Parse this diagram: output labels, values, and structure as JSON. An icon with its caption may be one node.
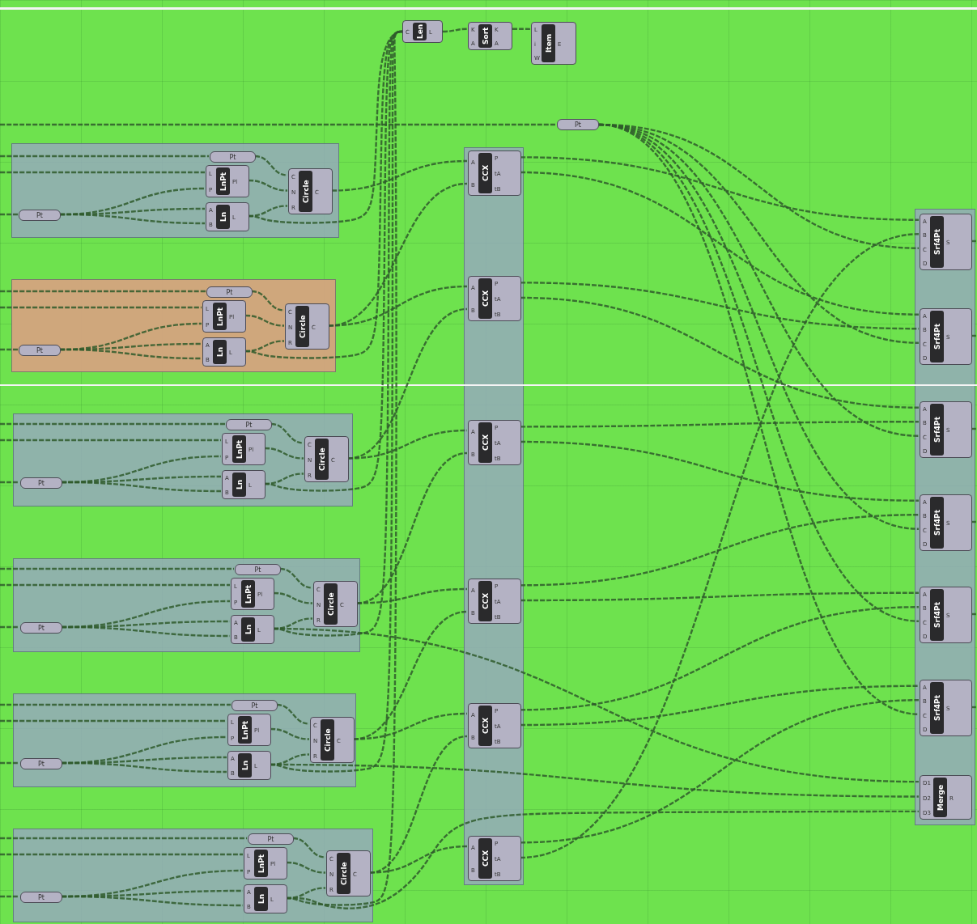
{
  "diagram": {
    "nodes": [
      {
        "text": [
          "C",
          "Len",
          "L"
        ]
      },
      {
        "text": [
          "K",
          "A",
          "Sort",
          "K",
          "A"
        ]
      },
      {
        "text": [
          "L",
          "i",
          "W",
          "Item",
          "E"
        ]
      },
      {
        "text": [
          "Pt"
        ]
      },
      {
        "text": [],
        "shape": "box"
      },
      {
        "text": [
          "Pt"
        ],
        "in": 4
      },
      {
        "text": [
          "L",
          "P",
          "LnPt",
          "Pl"
        ],
        "in": 4
      },
      {
        "text": [
          "A",
          "B",
          "Ln",
          "L"
        ],
        "in": 4
      },
      {
        "text": [
          "C",
          "N",
          "R",
          "Circle",
          "C"
        ],
        "in": 4
      },
      {
        "text": [
          "Pt"
        ],
        "in": 4
      },
      {
        "text": [],
        "shape": "box"
      },
      {
        "text": [
          "Pt"
        ],
        "in": 10
      },
      {
        "text": [
          "L",
          "P",
          "LnPt",
          "Pl"
        ],
        "in": 10
      },
      {
        "text": [
          "A",
          "B",
          "Ln",
          "L"
        ],
        "in": 10
      },
      {
        "text": [
          "C",
          "N",
          "R",
          "Circle",
          "C"
        ],
        "in": 10
      },
      {
        "text": [
          "Pt"
        ],
        "in": 10
      },
      {
        "text": [],
        "shape": "box"
      },
      {
        "text": [
          "Pt"
        ],
        "in": 16
      },
      {
        "text": [
          "L",
          "P",
          "LnPt",
          "Pl"
        ],
        "in": 16
      },
      {
        "text": [
          "A",
          "B",
          "Ln",
          "L"
        ],
        "in": 16
      },
      {
        "text": [
          "C",
          "N",
          "R",
          "Circle",
          "C"
        ],
        "in": 16
      },
      {
        "text": [
          "Pt"
        ],
        "in": 16
      },
      {
        "text": [],
        "shape": "box"
      },
      {
        "text": [
          "Pt"
        ],
        "in": 22
      },
      {
        "text": [
          "L",
          "P",
          "LnPt",
          "Pl"
        ],
        "in": 22
      },
      {
        "text": [
          "A",
          "B",
          "Ln",
          "L"
        ],
        "in": 22
      },
      {
        "text": [
          "C",
          "N",
          "R",
          "Circle",
          "C"
        ],
        "in": 22
      },
      {
        "text": [
          "Pt"
        ],
        "in": 22
      },
      {
        "text": [],
        "shape": "box"
      },
      {
        "text": [
          "Pt"
        ],
        "in": 28
      },
      {
        "text": [
          "L",
          "P",
          "LnPt",
          "Pl"
        ],
        "in": 28
      },
      {
        "text": [
          "A",
          "B",
          "Ln",
          "L"
        ],
        "in": 28
      },
      {
        "text": [
          "C",
          "N",
          "R",
          "Circle",
          "C"
        ],
        "in": 28
      },
      {
        "text": [
          "Pt"
        ],
        "in": 28
      },
      {
        "text": [],
        "shape": "box"
      },
      {
        "text": [
          "Pt"
        ],
        "in": 34
      },
      {
        "text": [
          "L",
          "P",
          "LnPt",
          "Pl"
        ],
        "in": 34
      },
      {
        "text": [
          "A",
          "B",
          "Ln",
          "L"
        ],
        "in": 34
      },
      {
        "text": [
          "C",
          "N",
          "R",
          "Circle",
          "C"
        ],
        "in": 34
      },
      {
        "text": [
          "Pt"
        ],
        "in": 34
      },
      {
        "text": [],
        "shape": "box"
      },
      {
        "text": [
          "A",
          "B",
          "CCX",
          "P",
          "tA",
          "tB"
        ],
        "in": 40
      },
      {
        "text": [
          "A",
          "B",
          "CCX",
          "P",
          "tA",
          "tB"
        ],
        "in": 40
      },
      {
        "text": [
          "A",
          "B",
          "CCX",
          "P",
          "tA",
          "tB"
        ],
        "in": 40
      },
      {
        "text": [
          "A",
          "B",
          "CCX",
          "P",
          "tA",
          "tB"
        ],
        "in": 40
      },
      {
        "text": [
          "A",
          "B",
          "CCX",
          "P",
          "tA",
          "tB"
        ],
        "in": 40
      },
      {
        "text": [
          "A",
          "B",
          "CCX",
          "P",
          "tA",
          "tB"
        ],
        "in": 40
      },
      {
        "text": [],
        "shape": "box"
      },
      {
        "text": [
          "A",
          "B",
          "C",
          "D",
          "Srf4Pt",
          "S"
        ],
        "in": 47
      },
      {
        "text": [
          "A",
          "B",
          "C",
          "D",
          "Srf4Pt",
          "S"
        ],
        "in": 47
      },
      {
        "text": [
          "A",
          "B",
          "C",
          "D",
          "Srf4Pt",
          "S"
        ],
        "in": 47
      },
      {
        "text": [
          "A",
          "B",
          "C",
          "D",
          "Srf4Pt",
          "S"
        ],
        "in": 47
      },
      {
        "text": [
          "A",
          "B",
          "C",
          "D",
          "Srf4Pt",
          "S"
        ],
        "in": 47
      },
      {
        "text": [
          "A",
          "B",
          "C",
          "D",
          "Srf4Pt",
          "S"
        ],
        "in": 47
      },
      {
        "text": [
          "D1",
          "D2",
          "D3",
          "Merge",
          "R"
        ],
        "in": 47
      }
    ],
    "edges": [
      {
        "from": null,
        "to": 3,
        "arrow": "none"
      },
      {
        "from": 0,
        "to": 1,
        "arrow": "none"
      },
      {
        "from": 1,
        "to": 2,
        "arrow": "none"
      },
      {
        "from": null,
        "to": 5,
        "arrow": "none"
      },
      {
        "from": null,
        "to": 6,
        "arrow": "none"
      },
      {
        "from": null,
        "to": 9,
        "arrow": "none"
      },
      {
        "from": 9,
        "to": 7,
        "arrow": "none"
      },
      {
        "from": 9,
        "to": 6,
        "arrow": "none"
      },
      {
        "from": 9,
        "to": 7,
        "arrow": "none"
      },
      {
        "from": 5,
        "to": 8,
        "arrow": "none"
      },
      {
        "from": 6,
        "to": 8,
        "arrow": "none"
      },
      {
        "from": 7,
        "to": 8,
        "arrow": "none"
      },
      {
        "from": 7,
        "to": 0,
        "arrow": "none"
      },
      {
        "from": 8,
        "to": 41,
        "arrow": "none"
      },
      {
        "from": null,
        "to": 11,
        "arrow": "none"
      },
      {
        "from": null,
        "to": 12,
        "arrow": "none"
      },
      {
        "from": null,
        "to": 15,
        "arrow": "none"
      },
      {
        "from": 15,
        "to": 13,
        "arrow": "none"
      },
      {
        "from": 15,
        "to": 12,
        "arrow": "none"
      },
      {
        "from": 15,
        "to": 13,
        "arrow": "none"
      },
      {
        "from": 11,
        "to": 14,
        "arrow": "none"
      },
      {
        "from": 12,
        "to": 14,
        "arrow": "none"
      },
      {
        "from": 13,
        "to": 14,
        "arrow": "none"
      },
      {
        "from": 13,
        "to": 0,
        "arrow": "none"
      },
      {
        "from": 14,
        "to": 41,
        "arrow": "none"
      },
      {
        "from": 14,
        "to": 42,
        "arrow": "none"
      },
      {
        "from": null,
        "to": 17,
        "arrow": "none"
      },
      {
        "from": null,
        "to": 18,
        "arrow": "none"
      },
      {
        "from": null,
        "to": 21,
        "arrow": "none"
      },
      {
        "from": 21,
        "to": 19,
        "arrow": "none"
      },
      {
        "from": 21,
        "to": 18,
        "arrow": "none"
      },
      {
        "from": 21,
        "to": 19,
        "arrow": "none"
      },
      {
        "from": 17,
        "to": 20,
        "arrow": "none"
      },
      {
        "from": 18,
        "to": 20,
        "arrow": "none"
      },
      {
        "from": 19,
        "to": 20,
        "arrow": "none"
      },
      {
        "from": 19,
        "to": 0,
        "arrow": "none"
      },
      {
        "from": 20,
        "to": 42,
        "arrow": "none"
      },
      {
        "from": 20,
        "to": 43,
        "arrow": "none"
      },
      {
        "from": null,
        "to": 23,
        "arrow": "none"
      },
      {
        "from": null,
        "to": 24,
        "arrow": "none"
      },
      {
        "from": null,
        "to": 27,
        "arrow": "none"
      },
      {
        "from": 27,
        "to": 25,
        "arrow": "none"
      },
      {
        "from": 27,
        "to": 24,
        "arrow": "none"
      },
      {
        "from": 27,
        "to": 25,
        "arrow": "none"
      },
      {
        "from": 23,
        "to": 26,
        "arrow": "none"
      },
      {
        "from": 24,
        "to": 26,
        "arrow": "none"
      },
      {
        "from": 25,
        "to": 26,
        "arrow": "none"
      },
      {
        "from": 25,
        "to": 0,
        "arrow": "none"
      },
      {
        "from": 26,
        "to": 43,
        "arrow": "none"
      },
      {
        "from": 26,
        "to": 44,
        "arrow": "none"
      },
      {
        "from": null,
        "to": 29,
        "arrow": "none"
      },
      {
        "from": null,
        "to": 30,
        "arrow": "none"
      },
      {
        "from": null,
        "to": 33,
        "arrow": "none"
      },
      {
        "from": 33,
        "to": 31,
        "arrow": "none"
      },
      {
        "from": 33,
        "to": 30,
        "arrow": "none"
      },
      {
        "from": 33,
        "to": 31,
        "arrow": "none"
      },
      {
        "from": 29,
        "to": 32,
        "arrow": "none"
      },
      {
        "from": 30,
        "to": 32,
        "arrow": "none"
      },
      {
        "from": 31,
        "to": 32,
        "arrow": "none"
      },
      {
        "from": 31,
        "to": 0,
        "arrow": "none"
      },
      {
        "from": 32,
        "to": 44,
        "arrow": "none"
      },
      {
        "from": 32,
        "to": 45,
        "arrow": "none"
      },
      {
        "from": null,
        "to": 35,
        "arrow": "none"
      },
      {
        "from": null,
        "to": 36,
        "arrow": "none"
      },
      {
        "from": null,
        "to": 39,
        "arrow": "none"
      },
      {
        "from": 39,
        "to": 37,
        "arrow": "none"
      },
      {
        "from": 39,
        "to": 36,
        "arrow": "none"
      },
      {
        "from": 39,
        "to": 37,
        "arrow": "none"
      },
      {
        "from": 35,
        "to": 38,
        "arrow": "none"
      },
      {
        "from": 36,
        "to": 38,
        "arrow": "none"
      },
      {
        "from": 37,
        "to": 38,
        "arrow": "none"
      },
      {
        "from": 37,
        "to": 0,
        "arrow": "none"
      },
      {
        "from": 38,
        "to": 45,
        "arrow": "none"
      },
      {
        "from": 38,
        "to": 46,
        "arrow": "none"
      },
      {
        "from": 41,
        "to": 48,
        "arrow": "none"
      },
      {
        "from": 41,
        "to": 49,
        "arrow": "none"
      },
      {
        "from": 42,
        "to": 49,
        "arrow": "none"
      },
      {
        "from": 42,
        "to": 50,
        "arrow": "none"
      },
      {
        "from": 43,
        "to": 50,
        "arrow": "none"
      },
      {
        "from": 43,
        "to": 51,
        "arrow": "none"
      },
      {
        "from": 44,
        "to": 51,
        "arrow": "none"
      },
      {
        "from": 44,
        "to": 52,
        "arrow": "none"
      },
      {
        "from": 45,
        "to": 52,
        "arrow": "none"
      },
      {
        "from": 45,
        "to": 53,
        "arrow": "none"
      },
      {
        "from": 46,
        "to": 53,
        "arrow": "none"
      },
      {
        "from": 46,
        "to": 48,
        "arrow": "none"
      },
      {
        "from": 3,
        "to": 48,
        "arrow": "none"
      },
      {
        "from": 3,
        "to": 49,
        "arrow": "none"
      },
      {
        "from": 3,
        "to": 50,
        "arrow": "none"
      },
      {
        "from": 3,
        "to": 51,
        "arrow": "none"
      },
      {
        "from": 3,
        "to": 52,
        "arrow": "none"
      },
      {
        "from": 3,
        "to": 53,
        "arrow": "none"
      },
      {
        "from": 25,
        "to": 54,
        "arrow": "none"
      },
      {
        "from": 31,
        "to": 54,
        "arrow": "none"
      },
      {
        "from": 37,
        "to": 54,
        "arrow": "none"
      },
      {
        "from": 48,
        "to": null,
        "arrow": "none"
      },
      {
        "from": 49,
        "to": null,
        "arrow": "none"
      },
      {
        "from": 50,
        "to": null,
        "arrow": "none"
      },
      {
        "from": 51,
        "to": null,
        "arrow": "none"
      },
      {
        "from": 52,
        "to": null,
        "arrow": "none"
      },
      {
        "from": 53,
        "to": null,
        "arrow": "none"
      }
    ]
  }
}
